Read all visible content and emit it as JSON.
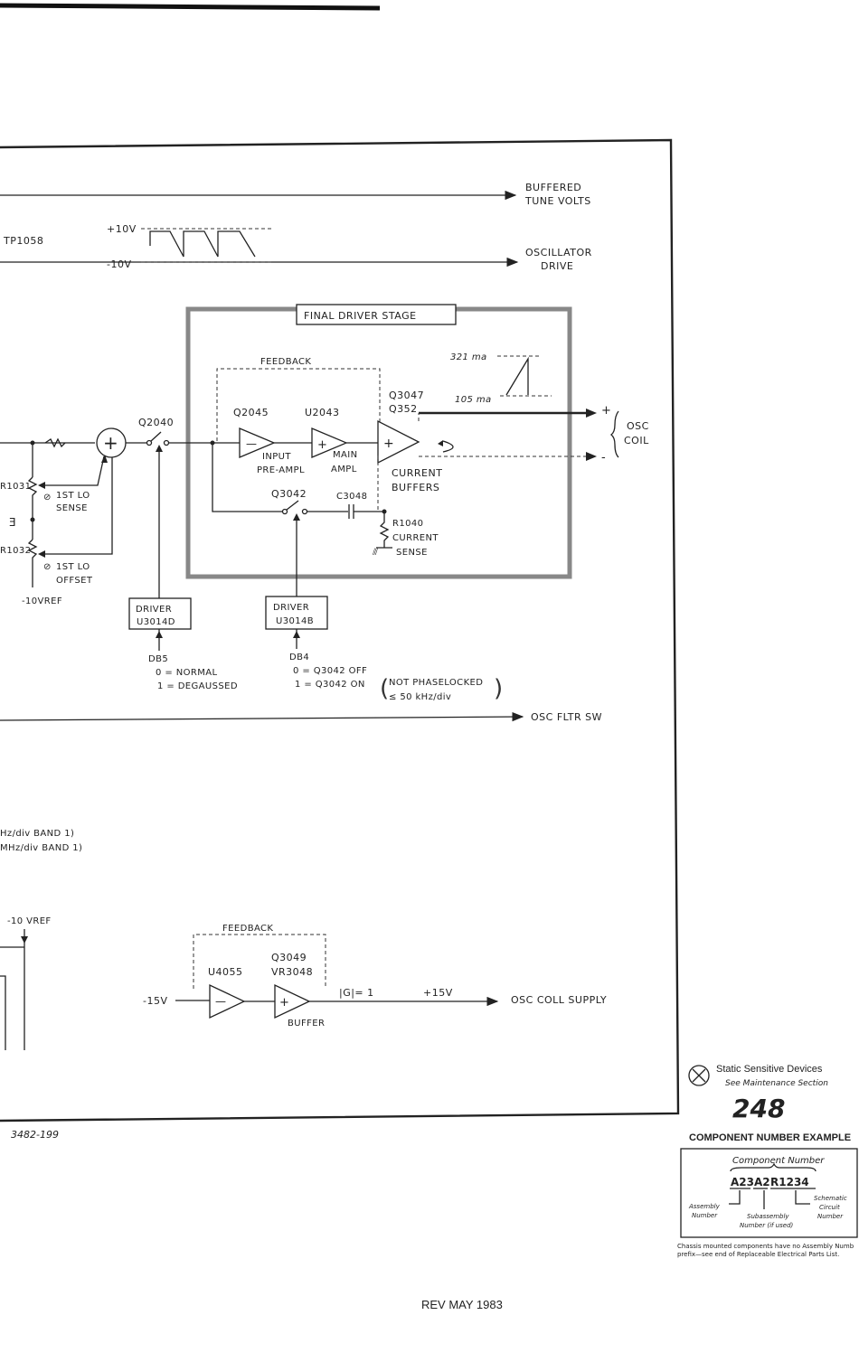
{
  "signals": {
    "buffered_tune_volts": [
      "BUFFERED",
      "TUNE VOLTS"
    ],
    "oscillator_drive": [
      "OSCILLATOR",
      "DRIVE"
    ],
    "osc_fltr_sw": "OSC FLTR SW",
    "osc_coil_supply": "OSC COLL SUPPLY",
    "osc_coil": [
      "OSC",
      "COIL"
    ]
  },
  "left_side": {
    "tp": "TP1058",
    "r1031": "R1031",
    "r1032": "R1032",
    "lo_sense": [
      "1ST LO",
      "SENSE"
    ],
    "lo_offset": [
      "1ST LO",
      "OFFSET"
    ],
    "vref": "-10VREF",
    "band1": "Hz/div BAND 1)",
    "band2": "MHz/div BAND 1)",
    "vref2": "-10 VREF"
  },
  "waveform": {
    "top": "+10V",
    "bottom": "-10V"
  },
  "final_stage": {
    "title": "FINAL DRIVER STAGE",
    "feedback": "FEEDBACK",
    "q2045": "Q2045",
    "u2043": "U2043",
    "q2040": "Q2040",
    "q3047": "Q3047",
    "q352": "Q352",
    "input_preampl": [
      "INPUT",
      "PRE-AMPL"
    ],
    "main_ampl": [
      "MAIN",
      "AMPL"
    ],
    "current_buffers": [
      "CURRENT",
      "BUFFERS"
    ],
    "q3042": "Q3042",
    "c3048": "C3048",
    "r1040": [
      "R1040",
      "CURRENT",
      "SENSE"
    ],
    "i_high": "321 ma",
    "i_low": "105 ma"
  },
  "drivers": {
    "d1": [
      "DRIVER",
      "U3014D"
    ],
    "d2": [
      "DRIVER",
      "U3014B"
    ]
  },
  "db5": [
    "DB5",
    "0 = NORMAL",
    "1 = DEGAUSSED"
  ],
  "db4": [
    "DB4",
    "0 = Q3042 OFF",
    "1 = Q3042 ON",
    "NOT PHASELOCKED",
    "≤ 50 kHz/div"
  ],
  "supply": {
    "feedback": "FEEDBACK",
    "u4055": "U4055",
    "q3049": "Q3049",
    "vr3048": "VR3048",
    "in": "-15V",
    "gain": "|G|= 1",
    "out": "+15V",
    "buffer": "BUFFER"
  },
  "drawing_number": "3482-199",
  "static": {
    "title": "Static Sensitive Devices",
    "sub": "See Maintenance Section"
  },
  "page_number": "248",
  "component_example": {
    "title": "COMPONENT NUMBER EXAMPLE",
    "component_number": "Component Number",
    "parts": [
      "A23",
      "A2",
      "R1234"
    ],
    "assembly": [
      "Assembly",
      "Number"
    ],
    "subassembly": [
      "Subassembly",
      "Number (if used)"
    ],
    "schematic": [
      "Schematic",
      "Circuit",
      "Number"
    ],
    "note": [
      "Chassis mounted components have no Assembly Numb",
      "prefix—see end of Replaceable Electrical Parts List."
    ]
  },
  "revision": "REV MAY 1983"
}
